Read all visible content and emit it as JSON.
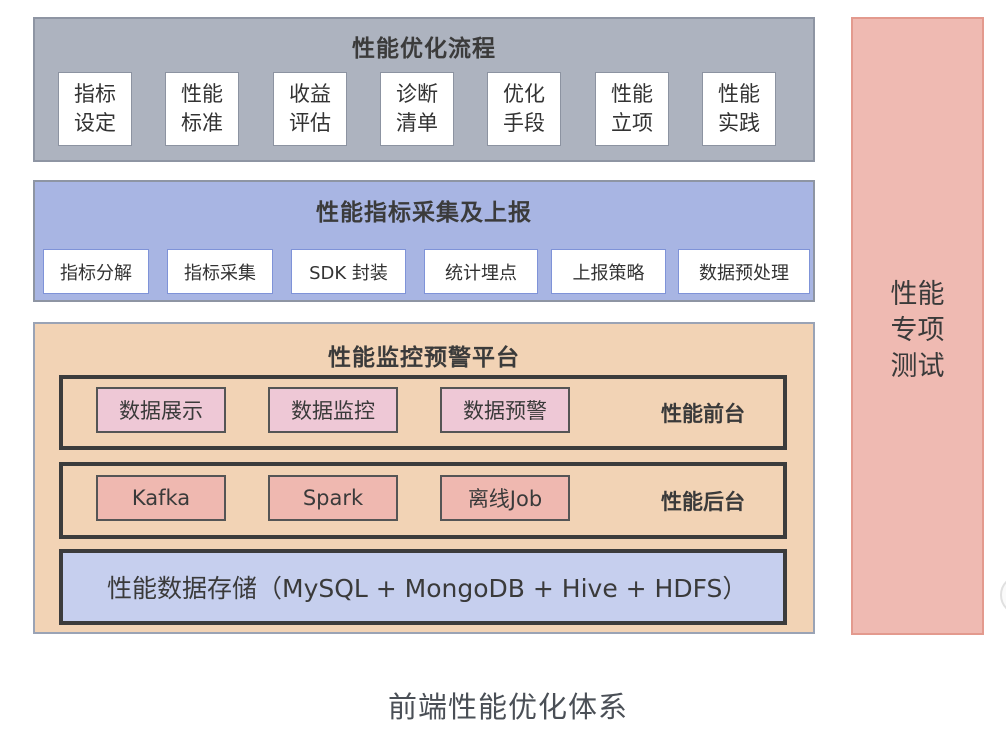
{
  "process": {
    "title": "性能优化流程",
    "steps": [
      {
        "line1": "指标",
        "line2": "设定"
      },
      {
        "line1": "性能",
        "line2": "标准"
      },
      {
        "line1": "收益",
        "line2": "评估"
      },
      {
        "line1": "诊断",
        "line2": "清单"
      },
      {
        "line1": "优化",
        "line2": "手段"
      },
      {
        "line1": "性能",
        "line2": "立项"
      },
      {
        "line1": "性能",
        "line2": "实践"
      }
    ]
  },
  "collection": {
    "title": "性能指标采集及上报",
    "items": [
      "指标分解",
      "指标采集",
      "SDK 封装",
      "统计埋点",
      "上报策略",
      "数据预处理"
    ]
  },
  "platform": {
    "title": "性能监控预警平台",
    "frontend": {
      "label": "性能前台",
      "modules": [
        "数据展示",
        "数据监控",
        "数据预警"
      ]
    },
    "backend": {
      "label": "性能后台",
      "modules": [
        "Kafka",
        "Spark",
        "离线Job"
      ]
    },
    "storage": {
      "label": "性能数据存储（MySQL + MongoDB + Hive + HDFS）"
    }
  },
  "special_testing": {
    "line1": "性能",
    "line2": "专项",
    "line3": "测试"
  },
  "caption": "前端性能优化体系",
  "colors": {
    "process_bg": "#adb3bf",
    "collection_bg": "#a8b5e3",
    "platform_bg": "#f2d3b5",
    "frontend_module_bg": "#eec8d6",
    "backend_module_bg": "#efb8b0",
    "storage_bg": "#c6cfee",
    "special_testing_bg": "#efbab2"
  }
}
